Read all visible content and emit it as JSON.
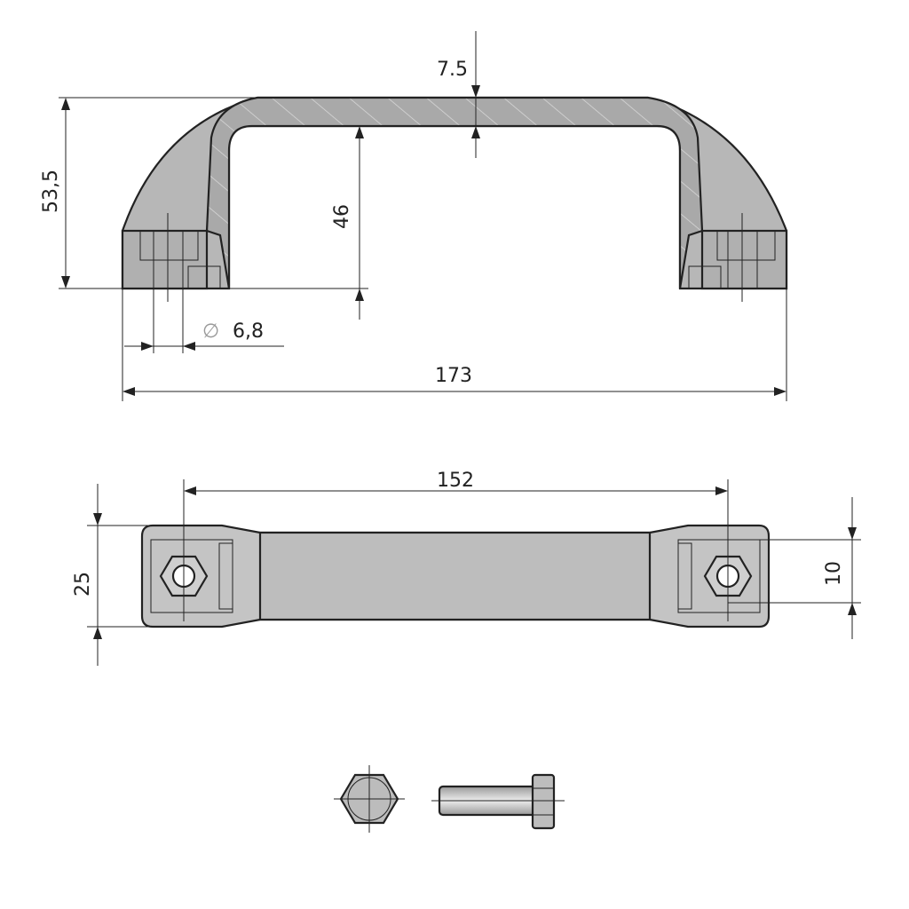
{
  "drawing": {
    "colors": {
      "body": "#b9b9b9",
      "section": "#a8a8a8",
      "dark": "#8a8a8a",
      "line": "#222222"
    },
    "dimensions": {
      "wall_thickness": "7.5",
      "overall_height": "53,5",
      "inner_height": "46",
      "hole_diameter_symbol": "∅",
      "hole_diameter": "6,8",
      "overall_length": "173",
      "hole_spacing": "152",
      "width": "25",
      "grip_width": "10"
    }
  }
}
